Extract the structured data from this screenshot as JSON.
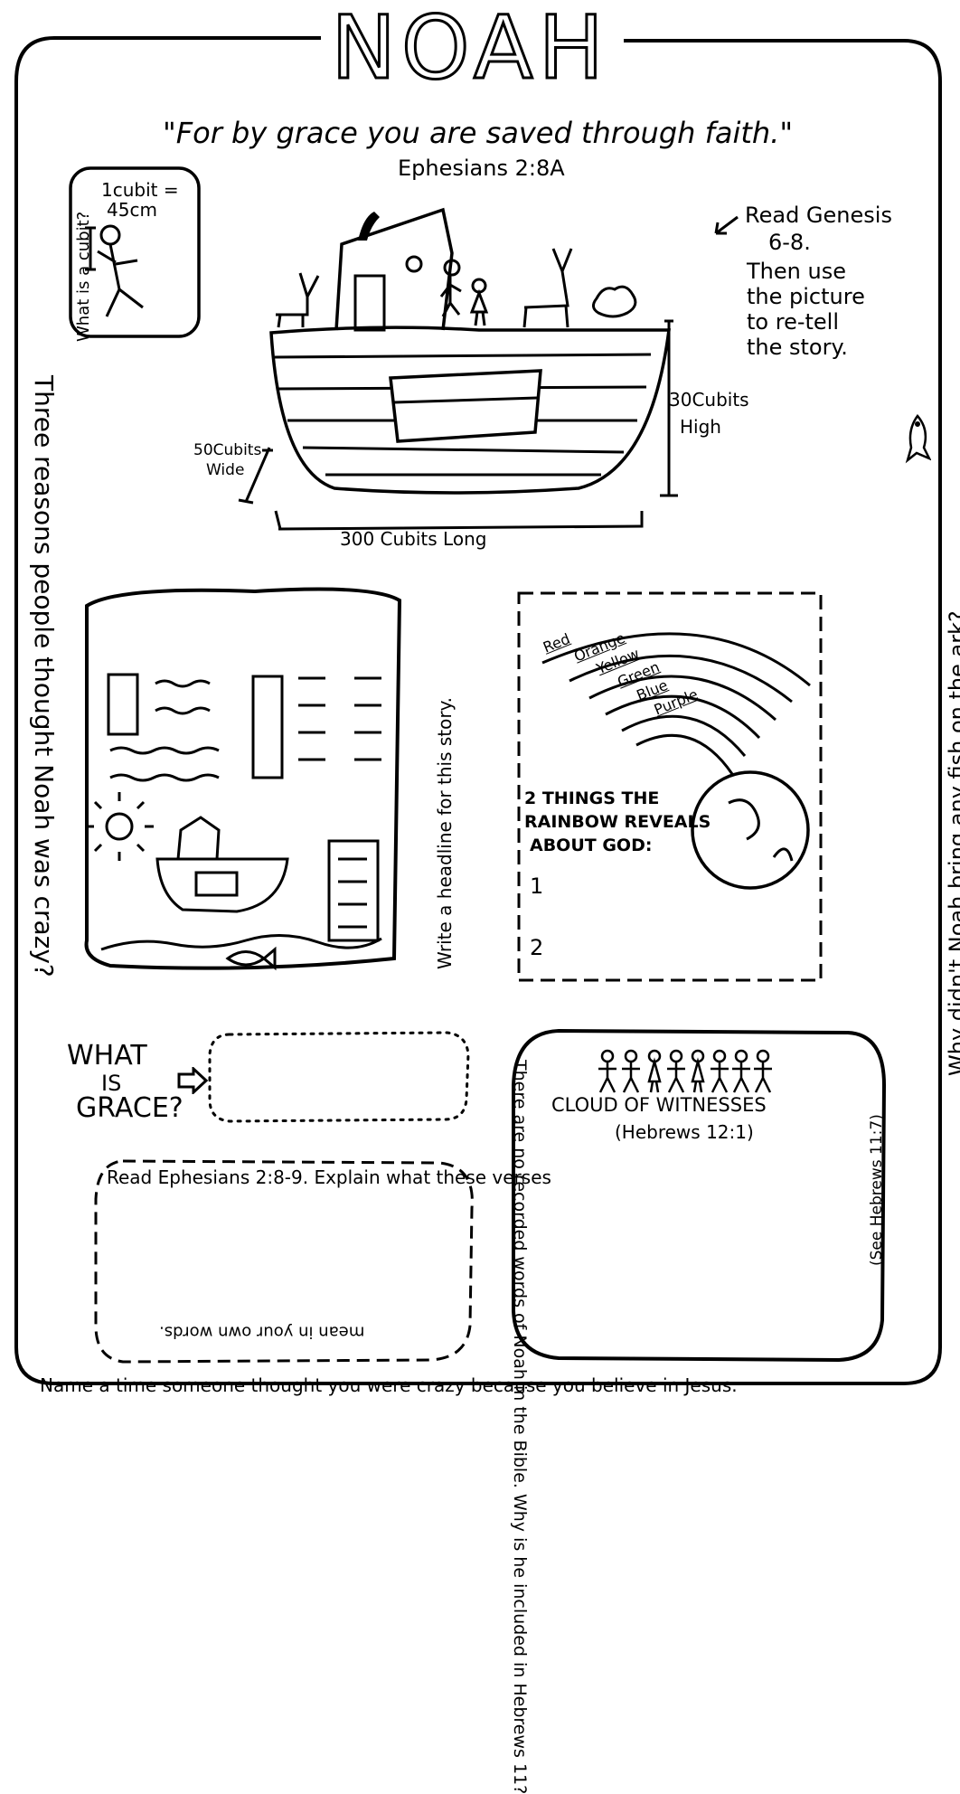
{
  "title": "NOAH",
  "verse": {
    "text": "\"For by grace you are saved through faith.\"",
    "reference": "Ephesians 2:8A"
  },
  "cubit": {
    "question": "What is a cubit?",
    "definition_line1": "1cubit =",
    "definition_line2": "45cm"
  },
  "read_genesis": {
    "lines": [
      "Read Genesis",
      "6-8.",
      "Then use",
      "the picture",
      "to re-tell",
      "the story."
    ]
  },
  "ark_dimensions": {
    "height_line1": "30Cubits",
    "height_line2": "High",
    "width_line1": "50Cubits",
    "width_line2": "Wide",
    "length": "300 Cubits Long"
  },
  "left_margin_prompt": "Three reasons people thought Noah was crazy?",
  "right_margin_prompt": "Why didn't Noah bring any fish on the ark?",
  "newspaper": {
    "headline_prompt": "Write a headline for this story."
  },
  "rainbow": {
    "colors": [
      "Red",
      "Orange",
      "Yellow",
      "Green",
      "Blue",
      "Purple"
    ],
    "heading_line1": "2 THINGS THE",
    "heading_line2": "RAINBOW REVEALS",
    "heading_line3": "ABOUT GOD:",
    "item1": "1",
    "item2": "2"
  },
  "grace": {
    "line1": "WHAT",
    "line2": "IS",
    "line3": "GRACE?"
  },
  "ephesians_box": {
    "top_text": "Read Ephesians 2:8-9. Explain what these verses",
    "bottom_text": "mean in your own words."
  },
  "witnesses": {
    "title": "CLOUD OF WITNESSES",
    "reference": "(Hebrews 12:1)",
    "side_text": "There are no recorded words of Noah in the Bible. Why is he included in Hebrews 11?",
    "side_ref": "(See Hebrews 11:7)"
  },
  "bottom_prompt": "Name a time someone thought you were crazy because you believe in Jesus."
}
